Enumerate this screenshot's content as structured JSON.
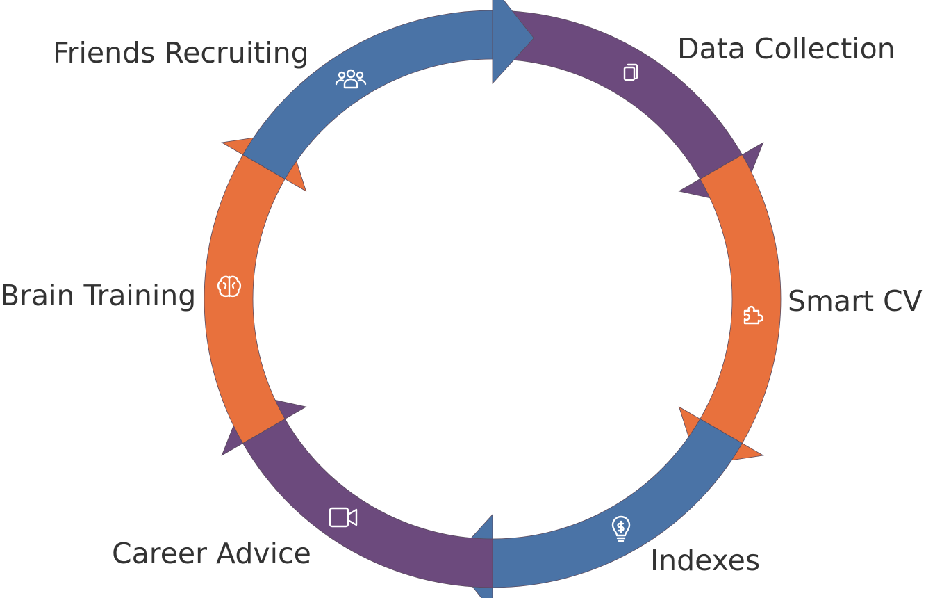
{
  "diagram": {
    "type": "cycle",
    "stages": [
      {
        "id": "data-collection",
        "label": "Data Collection",
        "icon": "documents-icon",
        "color": "#6c4a7d"
      },
      {
        "id": "smart-cv",
        "label": "Smart CV",
        "icon": "puzzle-piece-icon",
        "color": "#e8713d"
      },
      {
        "id": "indexes",
        "label": "Indexes",
        "icon": "lightbulb-dollar-icon",
        "color": "#4a73a6"
      },
      {
        "id": "career-advice",
        "label": "Career Advice",
        "icon": "video-camera-icon",
        "color": "#6c4a7d"
      },
      {
        "id": "brain-training",
        "label": "Brain Training",
        "icon": "brain-icon",
        "color": "#e8713d"
      },
      {
        "id": "friends-recruiting",
        "label": "Friends Recruiting",
        "icon": "people-group-icon",
        "color": "#4a73a6"
      }
    ]
  }
}
